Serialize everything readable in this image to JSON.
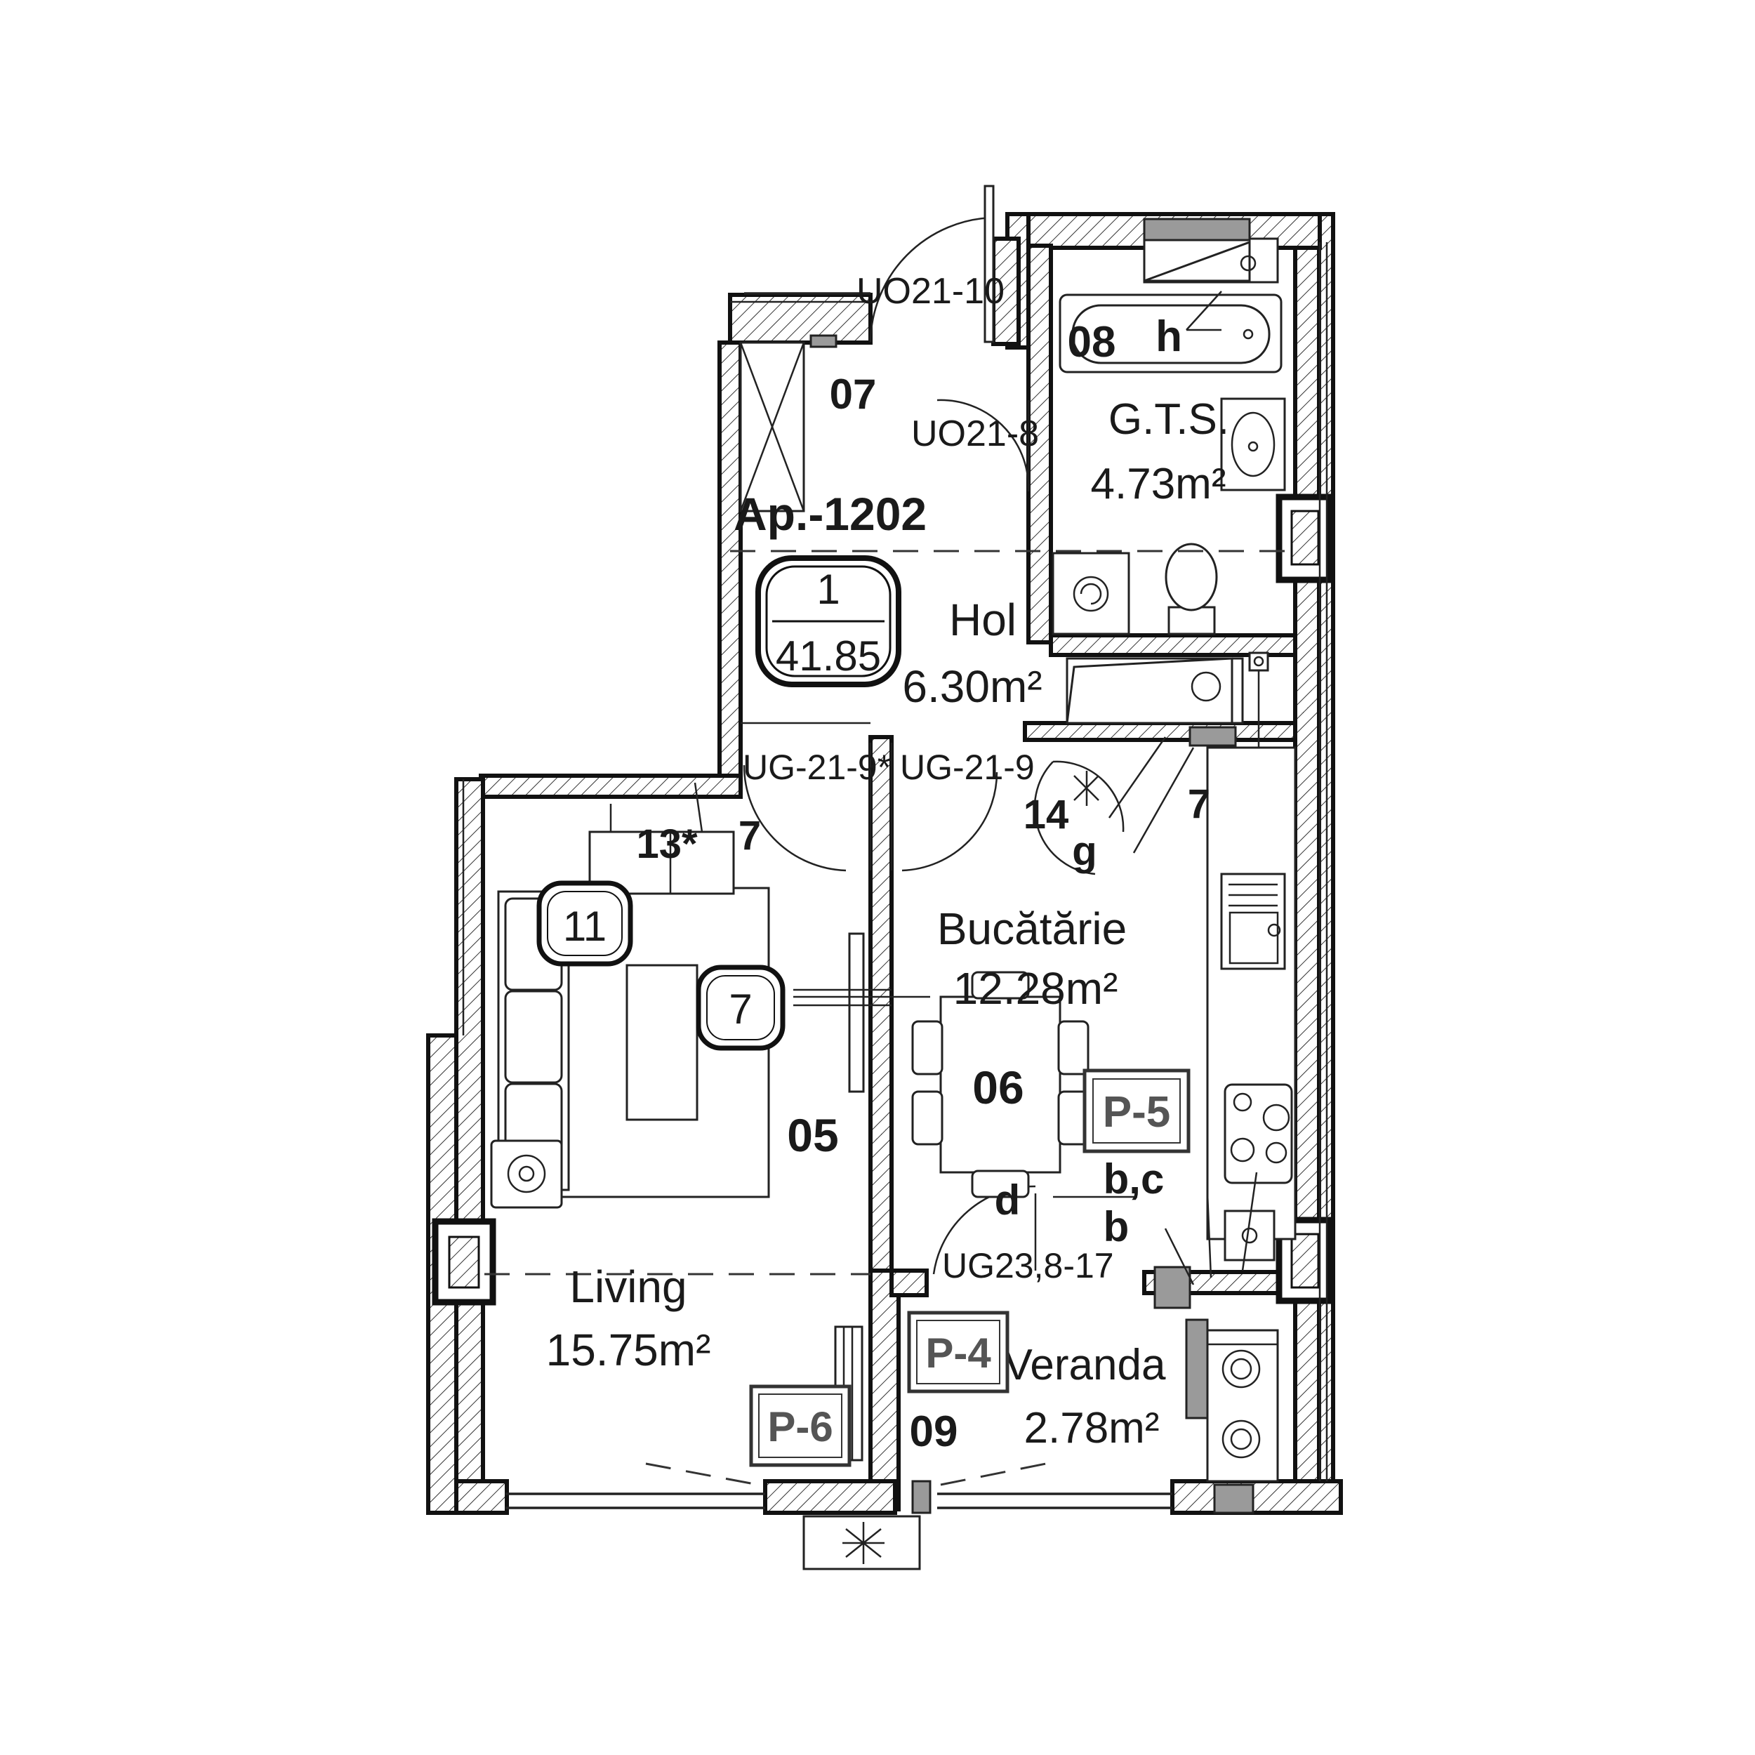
{
  "apartment": {
    "label": "Ap.-1202"
  },
  "unit_badge": {
    "number": "1",
    "area": "41.85"
  },
  "rooms": {
    "hol": {
      "name": "Hol",
      "area": "6.30m²",
      "code": "07"
    },
    "gts": {
      "name": "G.T.S.",
      "area": "4.73m²",
      "code": "08"
    },
    "bucatarie": {
      "name": "Bucătărie",
      "area": "12.28m²",
      "code": "06"
    },
    "living": {
      "name": "Living",
      "area": "15.75m²",
      "code": "05"
    },
    "veranda": {
      "name": "Veranda",
      "area": "2.78m²",
      "code": "09"
    }
  },
  "doors": {
    "entry": "UO21-10",
    "bath": "UO21-8",
    "living_door": "UG-21-9*",
    "kitchen_door": "UG-21-9",
    "veranda_door": "UG23,8-17"
  },
  "panels": {
    "p4": "P-4",
    "p5": "P-5",
    "p6": "P-6"
  },
  "markers": {
    "m11": "11",
    "m7": "7",
    "m13": "13*",
    "m7b": "7",
    "m14": "14",
    "m7c": "7",
    "g": "g",
    "h": "h",
    "d": "d",
    "bc": "b,c",
    "b": "b"
  }
}
